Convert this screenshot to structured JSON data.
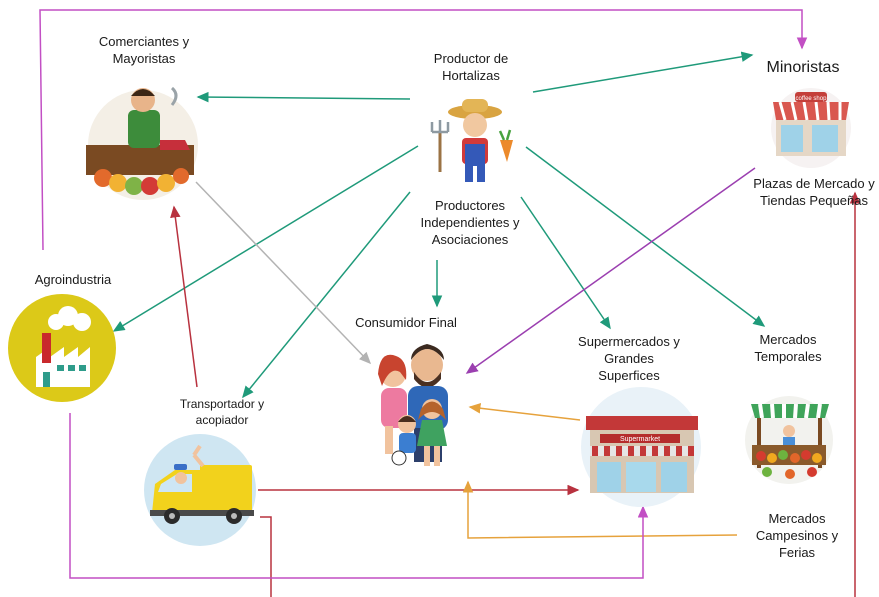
{
  "nodes": {
    "productor": {
      "lines": [
        "Productor  de",
        "Hortalizas"
      ]
    },
    "productores_indep": {
      "lines": [
        "Productores",
        "Independientes y",
        "Asociaciones"
      ]
    },
    "comerciantes": {
      "lines": [
        "Comerciantes y",
        "Mayoristas"
      ]
    },
    "minoristas": {
      "lines": [
        "Minoristas"
      ]
    },
    "plazas": {
      "lines": [
        "Plazas de Mercado y",
        "Tiendas  Pequeñas"
      ]
    },
    "agroindustria": {
      "lines": [
        "Agroindustria"
      ]
    },
    "consumidor": {
      "lines": [
        "Consumidor Final"
      ]
    },
    "supermercados": {
      "lines": [
        "Supermercados y",
        "Grandes",
        "Superfices"
      ]
    },
    "mercados_temporales": {
      "lines": [
        "Mercados",
        "Temporales"
      ]
    },
    "transportador": {
      "lines": [
        "Transportador y",
        "acopiador"
      ]
    },
    "mercados_campesinos": {
      "lines": [
        "Mercados",
        "Campesinos y",
        "Ferias"
      ]
    }
  },
  "icons": {
    "comerciantes": "merchant-stall-icon",
    "productor": "farmer-icon",
    "minoristas": "coffee-shop-icon",
    "agroindustria": "factory-icon",
    "consumidor": "family-icon",
    "transportador": "delivery-truck-icon",
    "supermercados": "supermarket-icon",
    "mercados_temporales": "market-stand-icon"
  },
  "supermarket_sign": "Supermarket",
  "shop_sign": "coffee shop",
  "colors": {
    "green": "#1f9a7a",
    "purple": "#9b3fb0",
    "magenta": "#c24fc4",
    "red": "#b8323f",
    "orange": "#e6a23c",
    "gray": "#b3b3b3"
  }
}
